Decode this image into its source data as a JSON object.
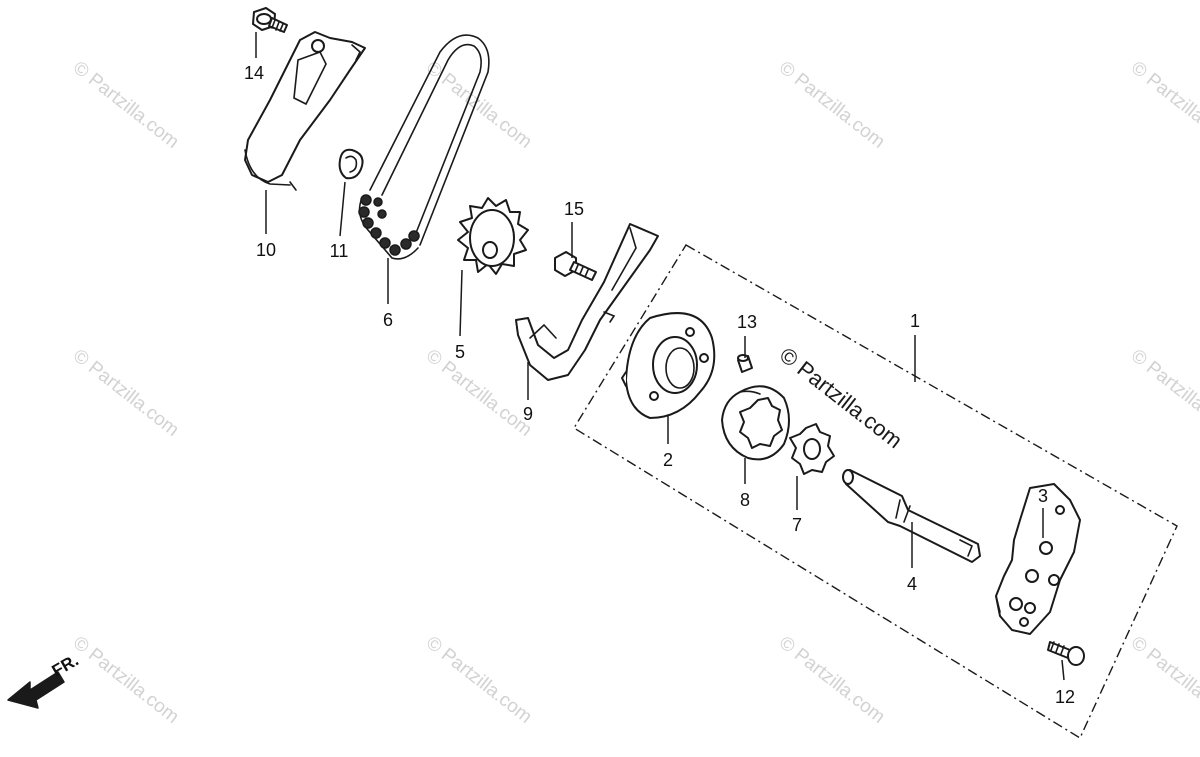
{
  "watermark": {
    "text": "© Partzilla.com",
    "color": "#d2d2d2"
  },
  "center_watermark": "© Partzilla.com",
  "direction": {
    "label": "FR."
  },
  "callouts": {
    "c1": "1",
    "c2": "2",
    "c3": "3",
    "c4": "4",
    "c5": "5",
    "c6": "6",
    "c7": "7",
    "c8": "8",
    "c9": "9",
    "c10": "10",
    "c11": "11",
    "c12": "12",
    "c13": "13",
    "c14": "14",
    "c15": "15"
  },
  "icons": {
    "fr_arrow": "arrow-left-down-icon"
  }
}
